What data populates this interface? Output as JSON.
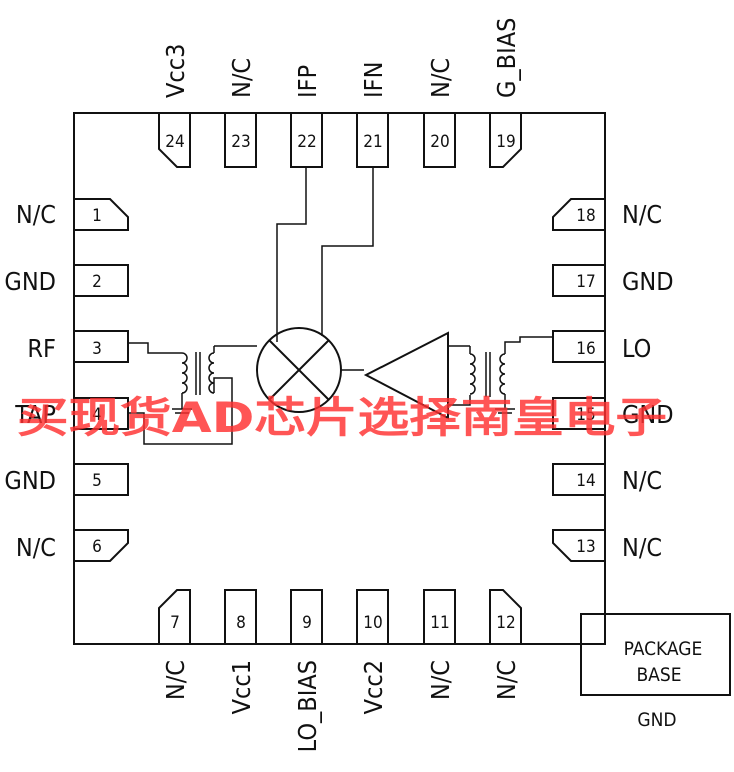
{
  "pins": [
    {
      "num": "1",
      "label": "N/C"
    },
    {
      "num": "2",
      "label": "GND"
    },
    {
      "num": "3",
      "label": "RF"
    },
    {
      "num": "4",
      "label": "TAP"
    },
    {
      "num": "5",
      "label": "GND"
    },
    {
      "num": "6",
      "label": "N/C"
    },
    {
      "num": "7",
      "label": "N/C"
    },
    {
      "num": "8",
      "label": "Vcc1"
    },
    {
      "num": "9",
      "label": "LO_BIAS"
    },
    {
      "num": "10",
      "label": "Vcc2"
    },
    {
      "num": "11",
      "label": "N/C"
    },
    {
      "num": "12",
      "label": "N/C"
    },
    {
      "num": "13",
      "label": "N/C"
    },
    {
      "num": "14",
      "label": "N/C"
    },
    {
      "num": "15",
      "label": "GND"
    },
    {
      "num": "16",
      "label": "LO"
    },
    {
      "num": "17",
      "label": "GND"
    },
    {
      "num": "18",
      "label": "N/C"
    },
    {
      "num": "19",
      "label": "G_BIAS"
    },
    {
      "num": "20",
      "label": "N/C"
    },
    {
      "num": "21",
      "label": "IFN"
    },
    {
      "num": "22",
      "label": "IFP"
    },
    {
      "num": "23",
      "label": "N/C"
    },
    {
      "num": "24",
      "label": "Vcc3"
    }
  ],
  "package": {
    "line1": "PACKAGE",
    "line2": "BASE",
    "ground": "GND"
  },
  "watermark": "买现货AD芯片选择南皇电子",
  "colors": {
    "line": "#111111",
    "watermark": "#ff3030"
  }
}
